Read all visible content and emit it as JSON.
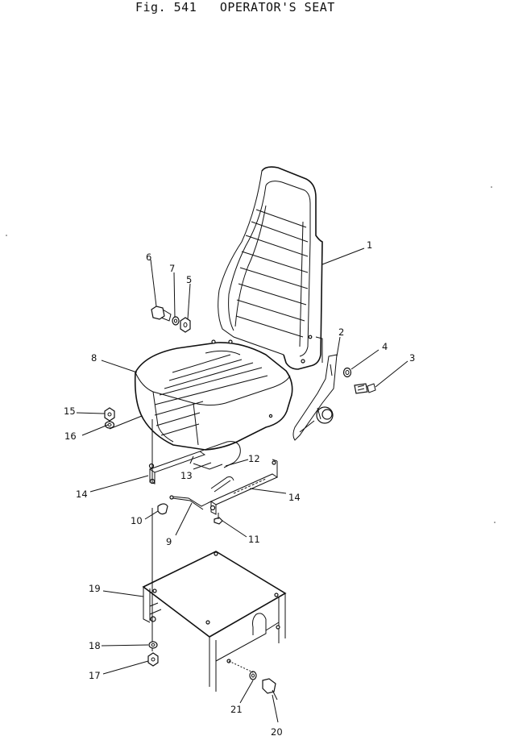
{
  "figure": {
    "number": "Fig. 541",
    "title": "OPERATOR'S SEAT"
  },
  "callouts": [
    {
      "id": "c1",
      "text": "1"
    },
    {
      "id": "c2",
      "text": "2"
    },
    {
      "id": "c3",
      "text": "3"
    },
    {
      "id": "c4",
      "text": "4"
    },
    {
      "id": "c5",
      "text": "5"
    },
    {
      "id": "c6",
      "text": "6"
    },
    {
      "id": "c7",
      "text": "7"
    },
    {
      "id": "c8",
      "text": "8"
    },
    {
      "id": "c9",
      "text": "9"
    },
    {
      "id": "c10",
      "text": "10"
    },
    {
      "id": "c11",
      "text": "11"
    },
    {
      "id": "c12",
      "text": "12"
    },
    {
      "id": "c13",
      "text": "13"
    },
    {
      "id": "c14a",
      "text": "14"
    },
    {
      "id": "c14b",
      "text": "14"
    },
    {
      "id": "c15",
      "text": "15"
    },
    {
      "id": "c16",
      "text": "16"
    },
    {
      "id": "c17",
      "text": "17"
    },
    {
      "id": "c18",
      "text": "18"
    },
    {
      "id": "c19",
      "text": "19"
    },
    {
      "id": "c20",
      "text": "20"
    },
    {
      "id": "c21",
      "text": "21"
    }
  ]
}
